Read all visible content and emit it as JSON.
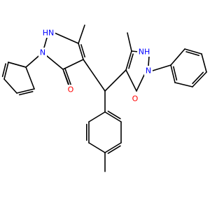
{
  "structure": {
    "atoms": {
      "nh_left": "HN",
      "n_left": "N",
      "o_left": "O",
      "nh_right": "NH",
      "n_right": "N",
      "o_right": "O"
    },
    "colors": {
      "bond": "#000000",
      "nitrogen": "#0000ff",
      "oxygen": "#ff0000"
    }
  }
}
